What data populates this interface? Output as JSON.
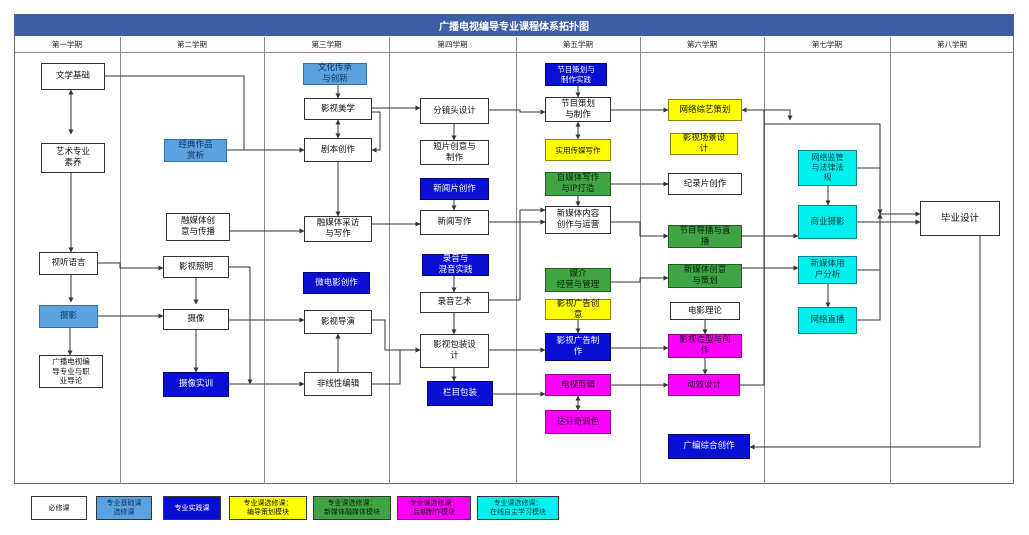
{
  "title": "广播电视编导专业课程体系拓扑图",
  "semesters": [
    "第一学期",
    "第二学期",
    "第三学期",
    "第四学期",
    "第五学期",
    "第六学期",
    "第七学期",
    "第八学期"
  ],
  "colors": {
    "header": "#3d5ea4",
    "required": "#ffffff",
    "base": "#5ba3e0",
    "practice": "#0a0fd6",
    "elective_yellow": "#ffff00",
    "elective_green": "#3fa544",
    "elective_magenta": "#ff00ff",
    "elective_cyan": "#00f0f0"
  },
  "courses": {
    "wenxue": "文学基础",
    "yishu": "艺术专业\n素养",
    "shiting": "视听语言",
    "sheying": "摄影",
    "daolun": "广播电视编\n导专业与职\n业导论",
    "jingdian": "经典作品\n赏析",
    "rongmeiti": "融媒体创\n意与传播",
    "yingshizhaoming": "影视照明",
    "shexiang": "摄像",
    "shexiangshixun": "摄像实训",
    "wenhua": "文化传承\n与创新",
    "yingshimeixue": "影视美学",
    "juben": "剧本创作",
    "caifang": "融媒体采访\n与写作",
    "weidianying": "微电影创作",
    "daoyan": "影视导演",
    "feixianxing": "非线性编辑",
    "fenjingtou": "分镜头设计",
    "duanpian": "短片创意与\n制作",
    "xinwenpian": "新闻片创作",
    "xinwenxiezuo": "新闻写作",
    "luyinshijian": "录音与\n混音实践",
    "luyinyishu": "录音艺术",
    "baozhuang": "影视包装设\n计",
    "lanmu": "栏目包装",
    "jiemushijian": "节目策划与\n制作实践",
    "jiemucehua": "节目策划\n与制作",
    "shiyong": "实用传媒写作",
    "zimeiti": "自媒体写作\n与IP打造",
    "xinmeiti": "新媒体内容\n创作与运营",
    "meijie": "媒介\n经营与管理",
    "guanggaochuangyi": "影视广告创\n意",
    "guanggaozhizuo": "影视广告制\n作",
    "dianshibianji": "电视剪辑",
    "dafenqi": "达芬奇调色",
    "wangluozongyi": "网络综艺策划",
    "changjing": "影视场景设\n计",
    "jilupian": "纪录片创作",
    "jiemudaobo": "节目导播与直\n播",
    "xinmeitichuangyi": "新媒体创意\n与策划",
    "dianyinglilun": "电影理论",
    "zaoxing": "影视造型与创\n作",
    "dongxiao": "动效设计",
    "guangbian": "广编综合创作",
    "jianguan": "网络监管\n与法律法\n规",
    "shangye": "商业摄影",
    "yonghu": "新媒体用\n户分析",
    "zhibo": "网络直播",
    "biye": "毕业设计"
  },
  "legend": {
    "required": "必修课",
    "base": "专业基础课\n选修课",
    "practice": "专业实践课",
    "yellow": "专业课选修课：\n编导策划模块",
    "green": "专业课选修课：\n新媒体融媒体模块",
    "magenta": "专业课选修课：\n后期制作模块",
    "cyan": "专业课选修课：\n在线自主学习模块"
  }
}
